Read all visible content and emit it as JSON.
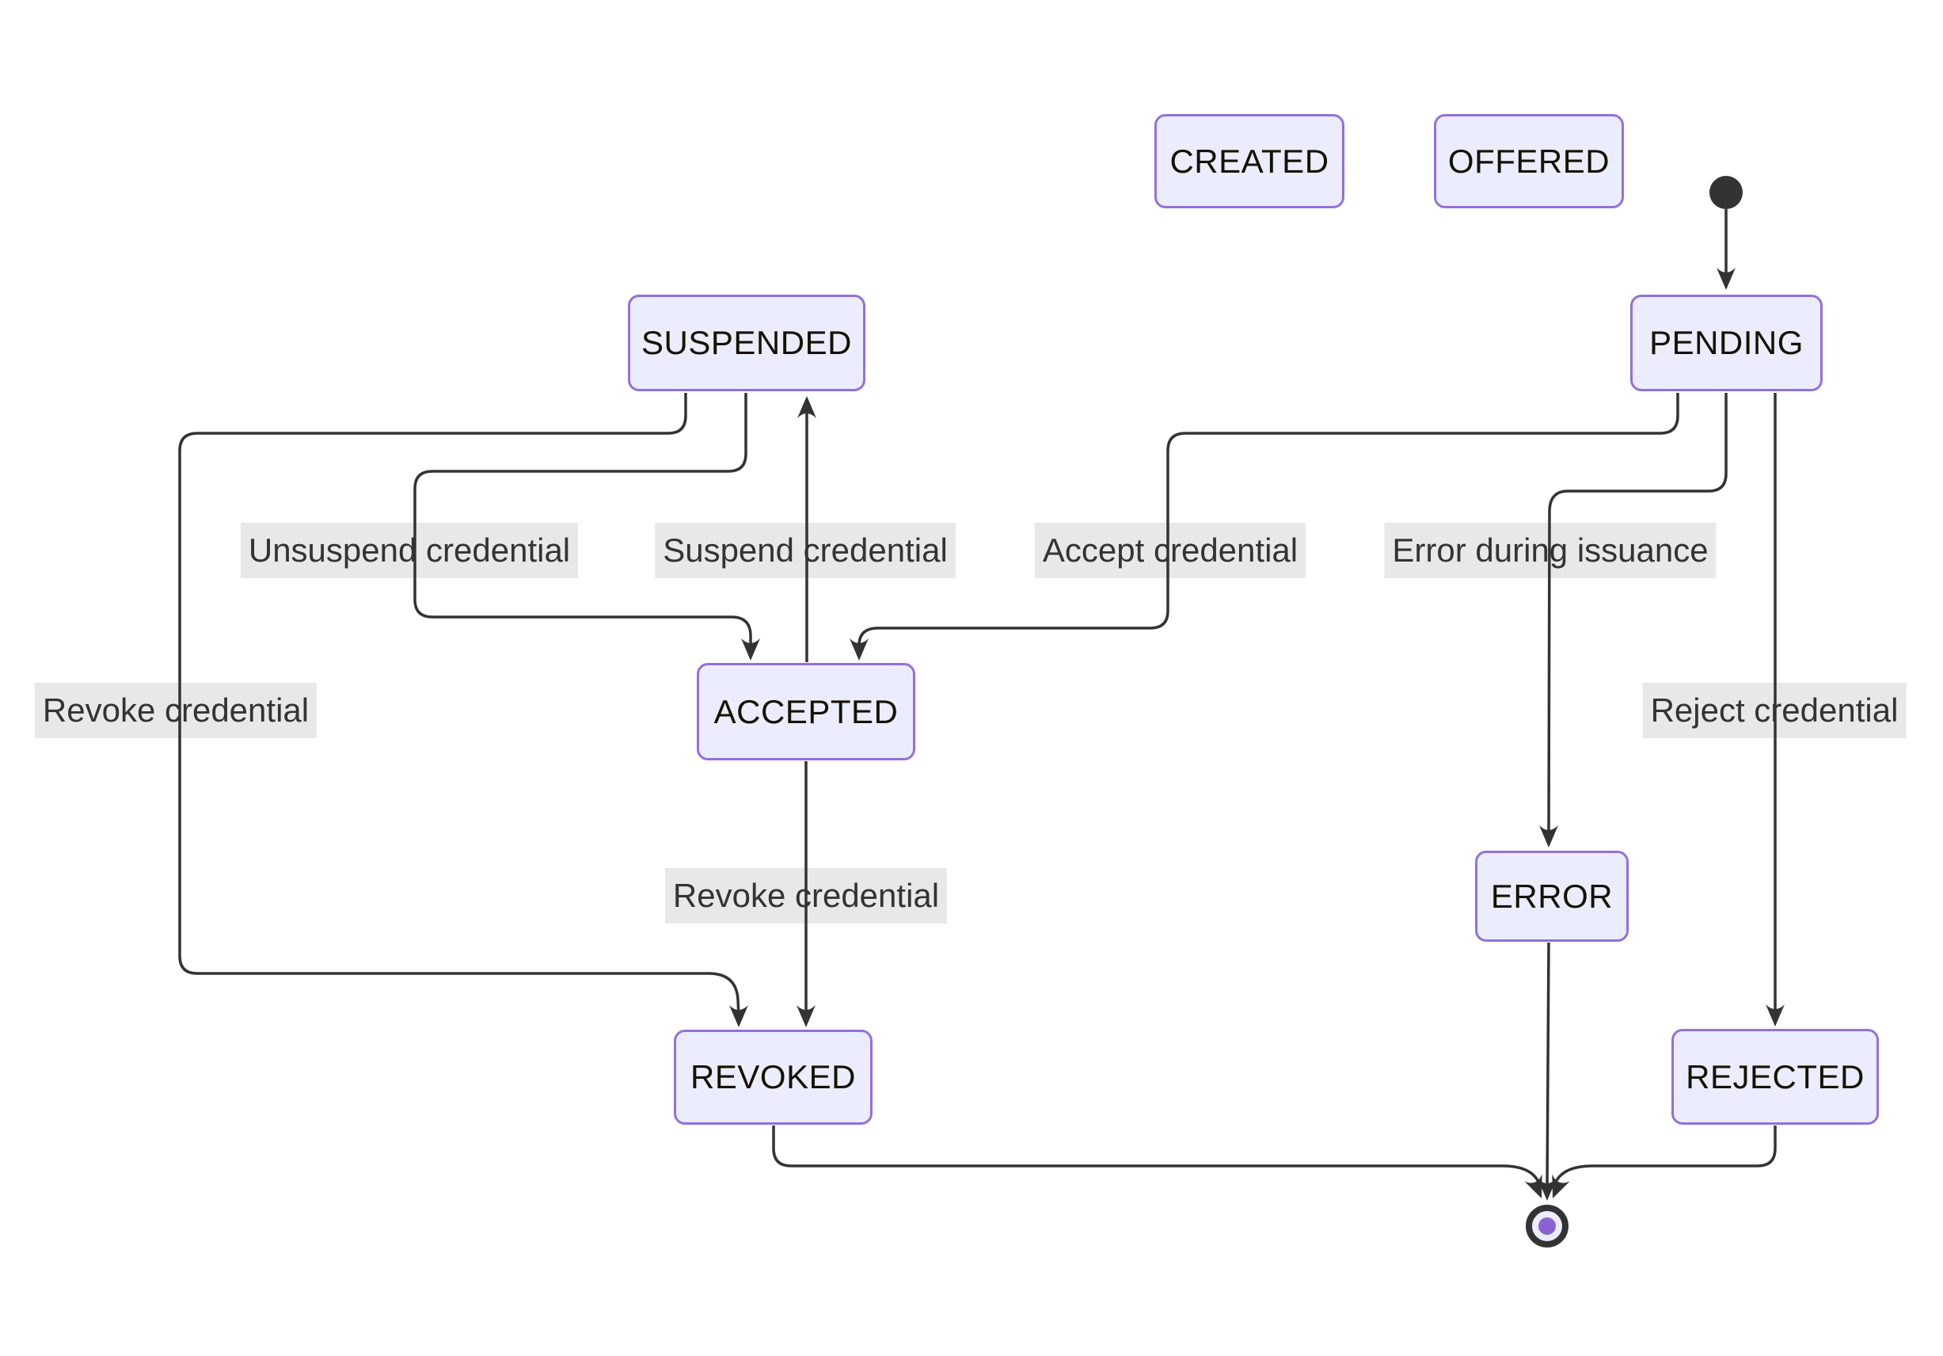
{
  "diagram": {
    "kind": "state-diagram",
    "background": "#ffffff",
    "colors": {
      "state_fill": "#ECECFF",
      "state_border": "#9370DB",
      "edge_line": "#333333",
      "edge_label_bg": "#e8e8e8",
      "edge_label_text": "#333333",
      "state_text": "#131300",
      "initial_dot": "#333333",
      "final_ring": "#333333",
      "final_inner_dot": "#8a63d2"
    },
    "states": {
      "created": {
        "label": "CREATED"
      },
      "offered": {
        "label": "OFFERED"
      },
      "pending": {
        "label": "PENDING"
      },
      "suspended": {
        "label": "SUSPENDED"
      },
      "accepted": {
        "label": "ACCEPTED"
      },
      "error": {
        "label": "ERROR"
      },
      "revoked": {
        "label": "REVOKED"
      },
      "rejected": {
        "label": "REJECTED"
      }
    },
    "terminals": {
      "initial": {
        "name": "initial-state"
      },
      "final": {
        "name": "final-state"
      }
    },
    "transitions": [
      {
        "from": "[*]",
        "to": "PENDING",
        "label": ""
      },
      {
        "from": "SUSPENDED",
        "to": "ACCEPTED",
        "label": "Unsuspend credential"
      },
      {
        "from": "ACCEPTED",
        "to": "SUSPENDED",
        "label": "Suspend credential"
      },
      {
        "from": "PENDING",
        "to": "ACCEPTED",
        "label": "Accept credential"
      },
      {
        "from": "PENDING",
        "to": "ERROR",
        "label": "Error during issuance"
      },
      {
        "from": "SUSPENDED",
        "to": "REVOKED",
        "label": "Revoke credential"
      },
      {
        "from": "ACCEPTED",
        "to": "REVOKED",
        "label": "Revoke credential"
      },
      {
        "from": "PENDING",
        "to": "REJECTED",
        "label": "Reject credential"
      },
      {
        "from": "REVOKED",
        "to": "[*]",
        "label": ""
      },
      {
        "from": "ERROR",
        "to": "[*]",
        "label": ""
      },
      {
        "from": "REJECTED",
        "to": "[*]",
        "label": ""
      }
    ]
  }
}
